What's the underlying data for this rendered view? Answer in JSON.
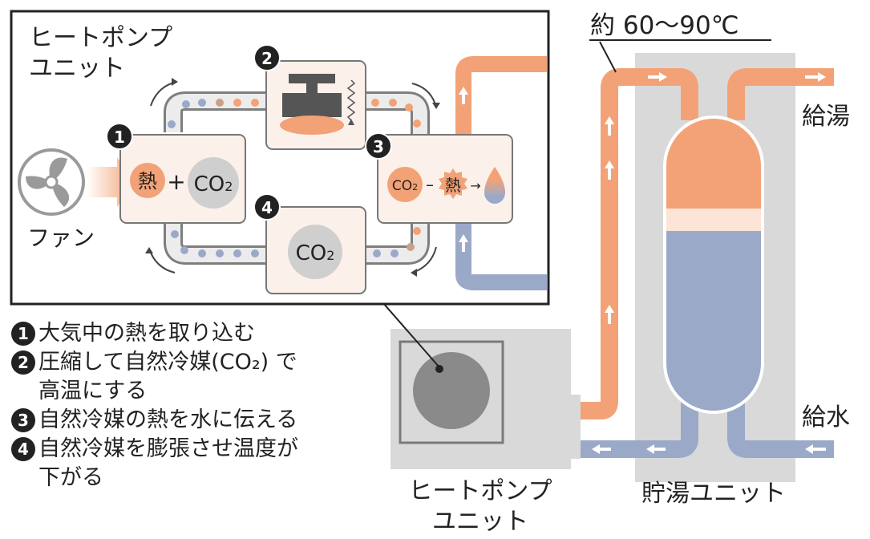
{
  "inset": {
    "title_line1": "ヒートポンプ",
    "title_line2": "ユニット",
    "fan_label": "ファン",
    "badges": [
      "1",
      "2",
      "3",
      "4"
    ],
    "box1": {
      "heat": "熱",
      "plus": "+",
      "co2": "CO",
      "co2_sub": "2"
    },
    "box3": {
      "co2": "CO",
      "co2_sub": "2",
      "dash": "–",
      "heat": "熱",
      "arrow": "→"
    },
    "box4": {
      "co2": "CO",
      "co2_sub": "2"
    }
  },
  "labels": {
    "temperature": "約 60～90℃",
    "supply_hot": "給湯",
    "supply_water": "給水",
    "heatpump_unit_line1": "ヒートポンプ",
    "heatpump_unit_line2": "ユニット",
    "tank_unit": "貯湯ユニット"
  },
  "legend": [
    {
      "num": "1",
      "lines": [
        "大気中の熱を取り込む"
      ]
    },
    {
      "num": "2",
      "lines": [
        "圧縮して自然冷媒(CO₂) で",
        "高温にする"
      ]
    },
    {
      "num": "3",
      "lines": [
        "自然冷媒の熱を水に伝える"
      ]
    },
    {
      "num": "4",
      "lines": [
        "自然冷媒を膨張させ温度が",
        "下がる"
      ]
    }
  ],
  "colors": {
    "hot": "#f2a276",
    "cold": "#9ba9c9",
    "gray_panel": "#d9d9d9",
    "box_fill": "#fbf1ea"
  }
}
